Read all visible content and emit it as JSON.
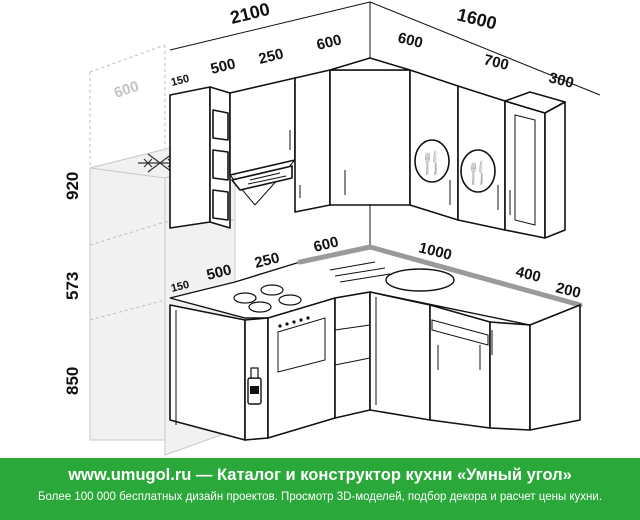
{
  "dimensions": {
    "total_left": "2100",
    "total_right": "1600",
    "fridge_depth": "600",
    "height_upper": "920",
    "height_middle": "573",
    "height_lower": "850",
    "upper_left": [
      "150",
      "500",
      "250",
      "600"
    ],
    "upper_right": [
      "600",
      "700",
      "300"
    ],
    "lower_left": [
      "150",
      "500",
      "250",
      "600"
    ],
    "lower_right": [
      "1000",
      "400",
      "200"
    ]
  },
  "footer": {
    "title": "www.umugol.ru — Каталог и конструктор кухни «Умный угол»",
    "subtitle": "Более 100 000 бесплатных дизайн проектов. Просмотр 3D-моделей, подбор декора и расчет цены кухни."
  },
  "colors": {
    "footer_bg": "#2aa83a",
    "counter_edge": "#9a9a9a",
    "ghost_fridge": "#f1f1f1"
  },
  "icons": [
    "snowflake-icon",
    "plate-cutlery-icon",
    "bottle-icon",
    "hood-icon",
    "burner-icon",
    "sink-icon",
    "oven-icon"
  ]
}
